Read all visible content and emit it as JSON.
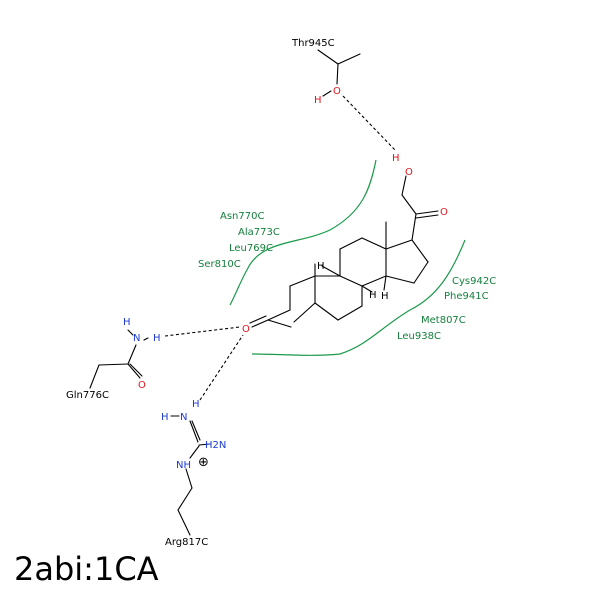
{
  "title": "2abi:1CA",
  "residues": {
    "thr945": "Thr945C",
    "gln776": "Gln776C",
    "arg817": "Arg817C"
  },
  "hydrophobic": {
    "asn770": "Asn770C",
    "ala773": "Ala773C",
    "leu769": "Leu769C",
    "ser810": "Ser810C",
    "cys942": "Cys942C",
    "phe941": "Phe941C",
    "met807": "Met807C",
    "leu938": "Leu938C"
  },
  "atoms": {
    "O": "O",
    "H": "H",
    "N": "N",
    "H2N": "H2N",
    "NH": "NH",
    "plus": "⊕"
  },
  "colors": {
    "hydrophobic": "#15803d",
    "oxygen": "#e0151b",
    "nitrogen": "#1b3bd6",
    "bond": "#000000"
  }
}
